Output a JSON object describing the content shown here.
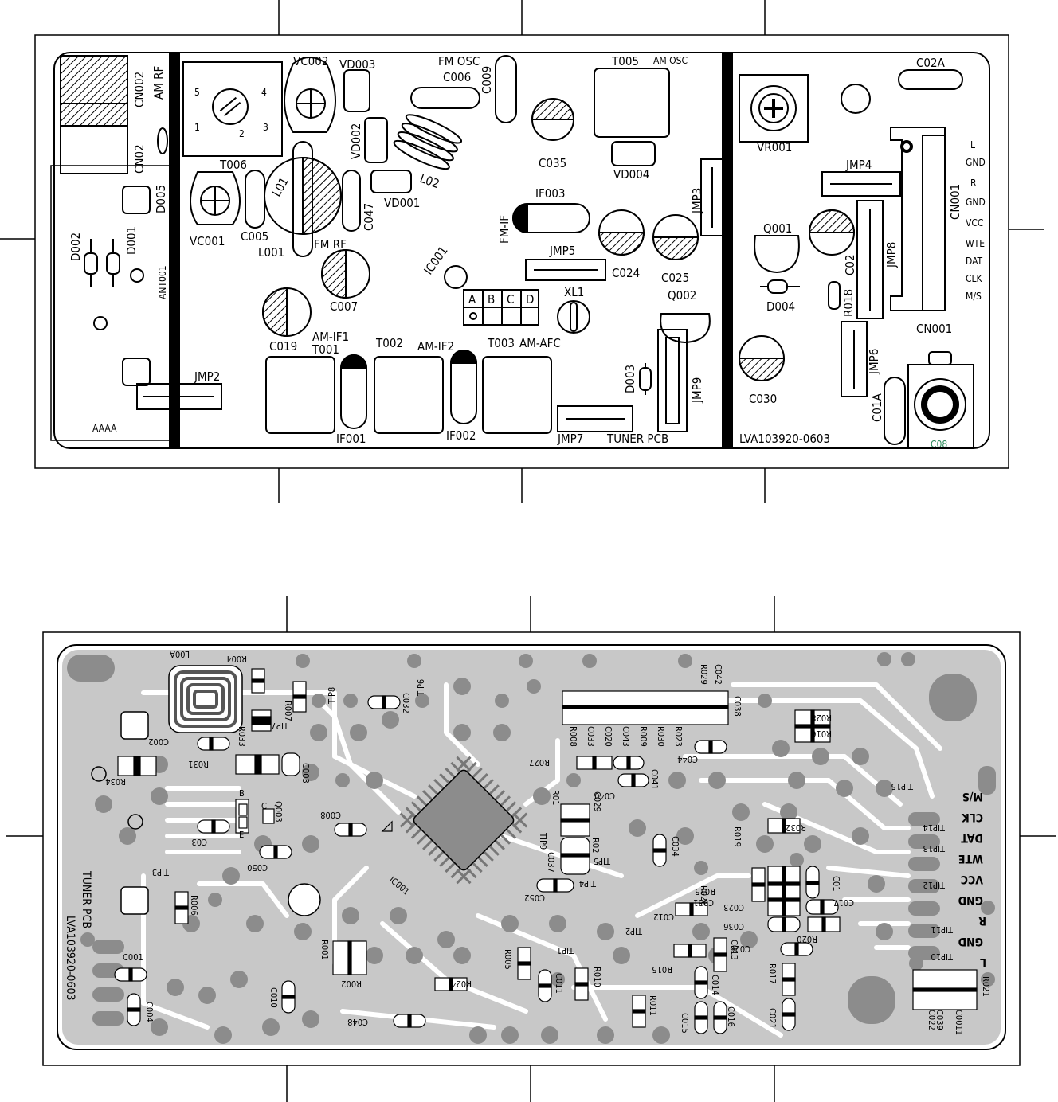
{
  "top_board": {
    "part_labels": {
      "cn002": "CN002",
      "am_rf": "AM RF",
      "cn02": "CN02",
      "d005": "D005",
      "d002": "D002",
      "d001": "D001",
      "ant001": "ANT001",
      "aaaa": "AAAA",
      "jmp2": "JMP2",
      "vc002": "VC002",
      "vd003": "VD003",
      "t006": "T006",
      "vc001": "VC001",
      "l01": "L01",
      "l001": "L001",
      "c005": "C005",
      "fm_rf": "FM RF",
      "vd002": "VD002",
      "vd001": "VD001",
      "c047": "C047",
      "fm_osc": "FM OSC",
      "c006": "C006",
      "c009": "C009",
      "l02": "L02",
      "c035": "C035",
      "t005": "T005",
      "am_osc": "AM OSC",
      "vd004": "VD004",
      "jmp3": "JMP3",
      "if003": "IF003",
      "fm_if": "FM-IF",
      "ic001": "IC001",
      "jmp5": "JMP5",
      "c024": "C024",
      "c025": "C025",
      "xl1": "XL1",
      "q002": "Q002",
      "c007": "C007",
      "c019": "C019",
      "am_if1": "AM-IF1",
      "t001": "T001",
      "t002": "T002",
      "am_if2": "AM-IF2",
      "t003": "T003",
      "am_afc": "AM-AFC",
      "if001": "IF001",
      "if002": "IF002",
      "d003": "D003",
      "jmp9": "JMP9",
      "jmp7": "JMP7",
      "tuner_pcb": "TUNER PCB",
      "vr001": "VR001",
      "c02a": "C02A",
      "jmp4": "JMP4",
      "q001": "Q001",
      "c02": "C02",
      "jmp8": "JMP8",
      "d004": "D004",
      "r018": "R018",
      "cn001_side": "CN001",
      "cn001": "CN001",
      "jmp6": "JMP6",
      "c030": "C030",
      "c01a": "C01A",
      "c08": "C08",
      "lva": "LVA103920-0603"
    },
    "switch_labels": [
      "A",
      "B",
      "C",
      "D"
    ],
    "pin_numbers": [
      "5",
      "4",
      "1",
      "2",
      "3"
    ],
    "connector_pins": [
      "L",
      "GND",
      "R",
      "GND",
      "VCC",
      "WTE",
      "DAT",
      "CLK",
      "M/S"
    ]
  },
  "bottom_board": {
    "part_labels": {
      "l00a": "L00A",
      "r004": "R004",
      "r007": "R007",
      "tip7": "TIP7",
      "r033": "R033",
      "c002": "C002",
      "r031": "R031",
      "c003": "C003",
      "r034": "R034",
      "tip8": "TIP8",
      "tip6": "TIP6",
      "c032": "C032",
      "c008": "C008",
      "q003": "Q003",
      "c03": "C03",
      "c050": "C050",
      "tip3": "TIP3",
      "r006": "R006",
      "r008": "R008",
      "c033": "C033",
      "c020": "C020",
      "c043": "C043",
      "r009": "R009",
      "r030": "R030",
      "r023": "R023",
      "r029": "R029",
      "c042": "C042",
      "c038": "C038",
      "r027": "R027",
      "c041": "C041",
      "c040": "C040",
      "c044": "C044",
      "r028": "R028",
      "r016": "R016",
      "r01": "R01",
      "c029": "C029",
      "tip9": "TIP9",
      "c037": "C037",
      "r02": "R02",
      "tip5": "TIP5",
      "c034": "C034",
      "tip4": "TIP4",
      "c052": "C052",
      "r019": "R019",
      "r032": "R032",
      "tip15": "TIP15",
      "tip14": "TIP14",
      "tip13": "TIP13",
      "tip12": "TIP12",
      "tip11": "TIP11",
      "tip10": "TIP10",
      "r026": "R026",
      "r025": "R025",
      "c031": "C031",
      "c023": "C023",
      "c036": "C036",
      "c01": "C01",
      "c017": "C017",
      "r020": "R020",
      "c026": "C026",
      "c012": "C012",
      "tip2": "TIP2",
      "r015": "R015",
      "c013": "C013",
      "c014": "C014",
      "r017": "R017",
      "c021": "C021",
      "c015": "C015",
      "c016": "C016",
      "tip1": "TIP1",
      "r010": "R010",
      "c011": "C011",
      "r011": "R011",
      "r005": "R005",
      "r024": "R024",
      "c048": "C048",
      "c010": "C010",
      "r001": "R001",
      "r002": "R002",
      "c001": "C001",
      "c004": "C004",
      "ic001": "IC001",
      "r021": "R021",
      "c039": "C039",
      "c022": "C022",
      "c0011": "C0011",
      "b": "B",
      "c": "C",
      "e": "E",
      "tuner_pcb": "TUNER PCB",
      "lva": "LVA103920-0603"
    },
    "connector_pins": [
      "M/S",
      "CLK",
      "DAT",
      "WTE",
      "VCC",
      "GND",
      "R",
      "GND",
      "L"
    ]
  }
}
